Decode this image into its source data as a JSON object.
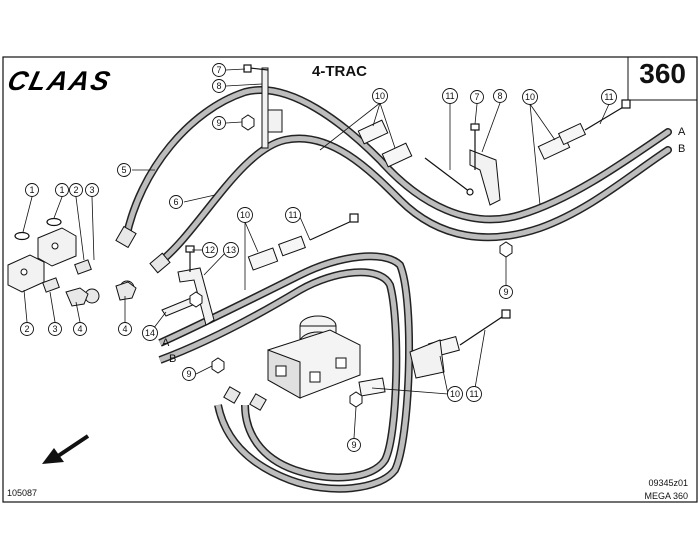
{
  "header": {
    "brand": "CLAAS",
    "title": "4-TRAC",
    "page_number": "360"
  },
  "footer": {
    "left_code": "105087",
    "right_code": "09345z01",
    "model": "MEGA 360"
  },
  "callouts": [
    {
      "id": "c-7a",
      "label": "7"
    },
    {
      "id": "c-8a",
      "label": "8"
    },
    {
      "id": "c-9a",
      "label": "9"
    },
    {
      "id": "c-10a",
      "label": "10"
    },
    {
      "id": "c-11a",
      "label": "11"
    },
    {
      "id": "c-7b",
      "label": "7"
    },
    {
      "id": "c-8b",
      "label": "8"
    },
    {
      "id": "c-10b",
      "label": "10"
    },
    {
      "id": "c-11b",
      "label": "11"
    },
    {
      "id": "c-5",
      "label": "5"
    },
    {
      "id": "c-6",
      "label": "6"
    },
    {
      "id": "c-1a",
      "label": "1"
    },
    {
      "id": "c-1b",
      "label": "1"
    },
    {
      "id": "c-2a",
      "label": "2"
    },
    {
      "id": "c-3a",
      "label": "3"
    },
    {
      "id": "c-2b",
      "label": "2"
    },
    {
      "id": "c-3b",
      "label": "3"
    },
    {
      "id": "c-4a",
      "label": "4"
    },
    {
      "id": "c-4b",
      "label": "4"
    },
    {
      "id": "c-10c",
      "label": "10"
    },
    {
      "id": "c-11c",
      "label": "11"
    },
    {
      "id": "c-12",
      "label": "12"
    },
    {
      "id": "c-13",
      "label": "13"
    },
    {
      "id": "c-14",
      "label": "14"
    },
    {
      "id": "c-9b",
      "label": "9"
    },
    {
      "id": "c-9c",
      "label": "9"
    },
    {
      "id": "c-9d",
      "label": "9"
    },
    {
      "id": "c-10d",
      "label": "10"
    },
    {
      "id": "c-11d",
      "label": "11"
    }
  ],
  "hose_labels": {
    "right_a": "A",
    "right_b": "B",
    "left_a": "A",
    "left_b": "B"
  }
}
